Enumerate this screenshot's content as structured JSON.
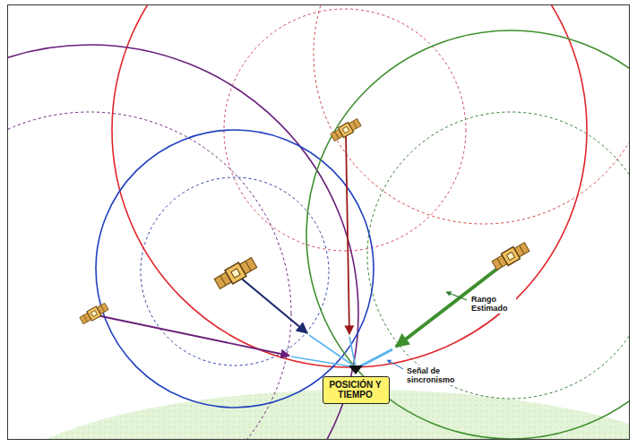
{
  "diagram": {
    "nodes": [
      {
        "text": [
          "POSICIÓN Y TIEMPO"
        ]
      }
    ],
    "edges": [],
    "labels": [
      "Rango Estimado",
      "Señal de sincronismo"
    ]
  }
}
